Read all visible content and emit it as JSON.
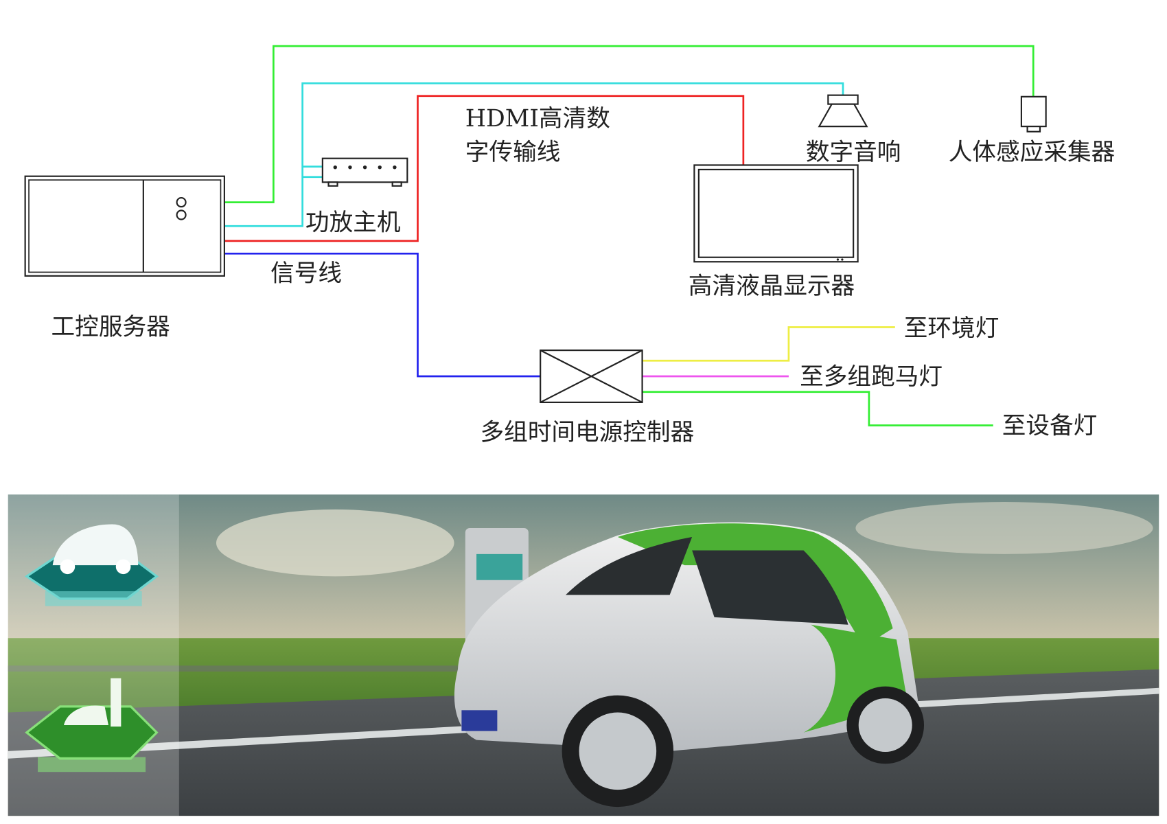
{
  "diagram": {
    "server_label": "工控服务器",
    "amplifier_label": "功放主机",
    "hdmi_label_line1": "HDMI高清数",
    "hdmi_label_line2": "字传输线",
    "speaker_label": "数字音响",
    "sensor_label": "人体感应采集器",
    "monitor_label": "高清液晶显示器",
    "signal_label": "信号线",
    "controller_label": "多组时间电源控制器",
    "to_ambient_label": "至环境灯",
    "to_marquee_label": "至多组跑马灯",
    "to_device_label": "至设备灯"
  },
  "colors": {
    "green": "#33ee33",
    "cyan": "#33dddd",
    "red": "#ee2222",
    "blue": "#2222ee",
    "yellow": "#eeee44",
    "magenta": "#ee55ee"
  }
}
